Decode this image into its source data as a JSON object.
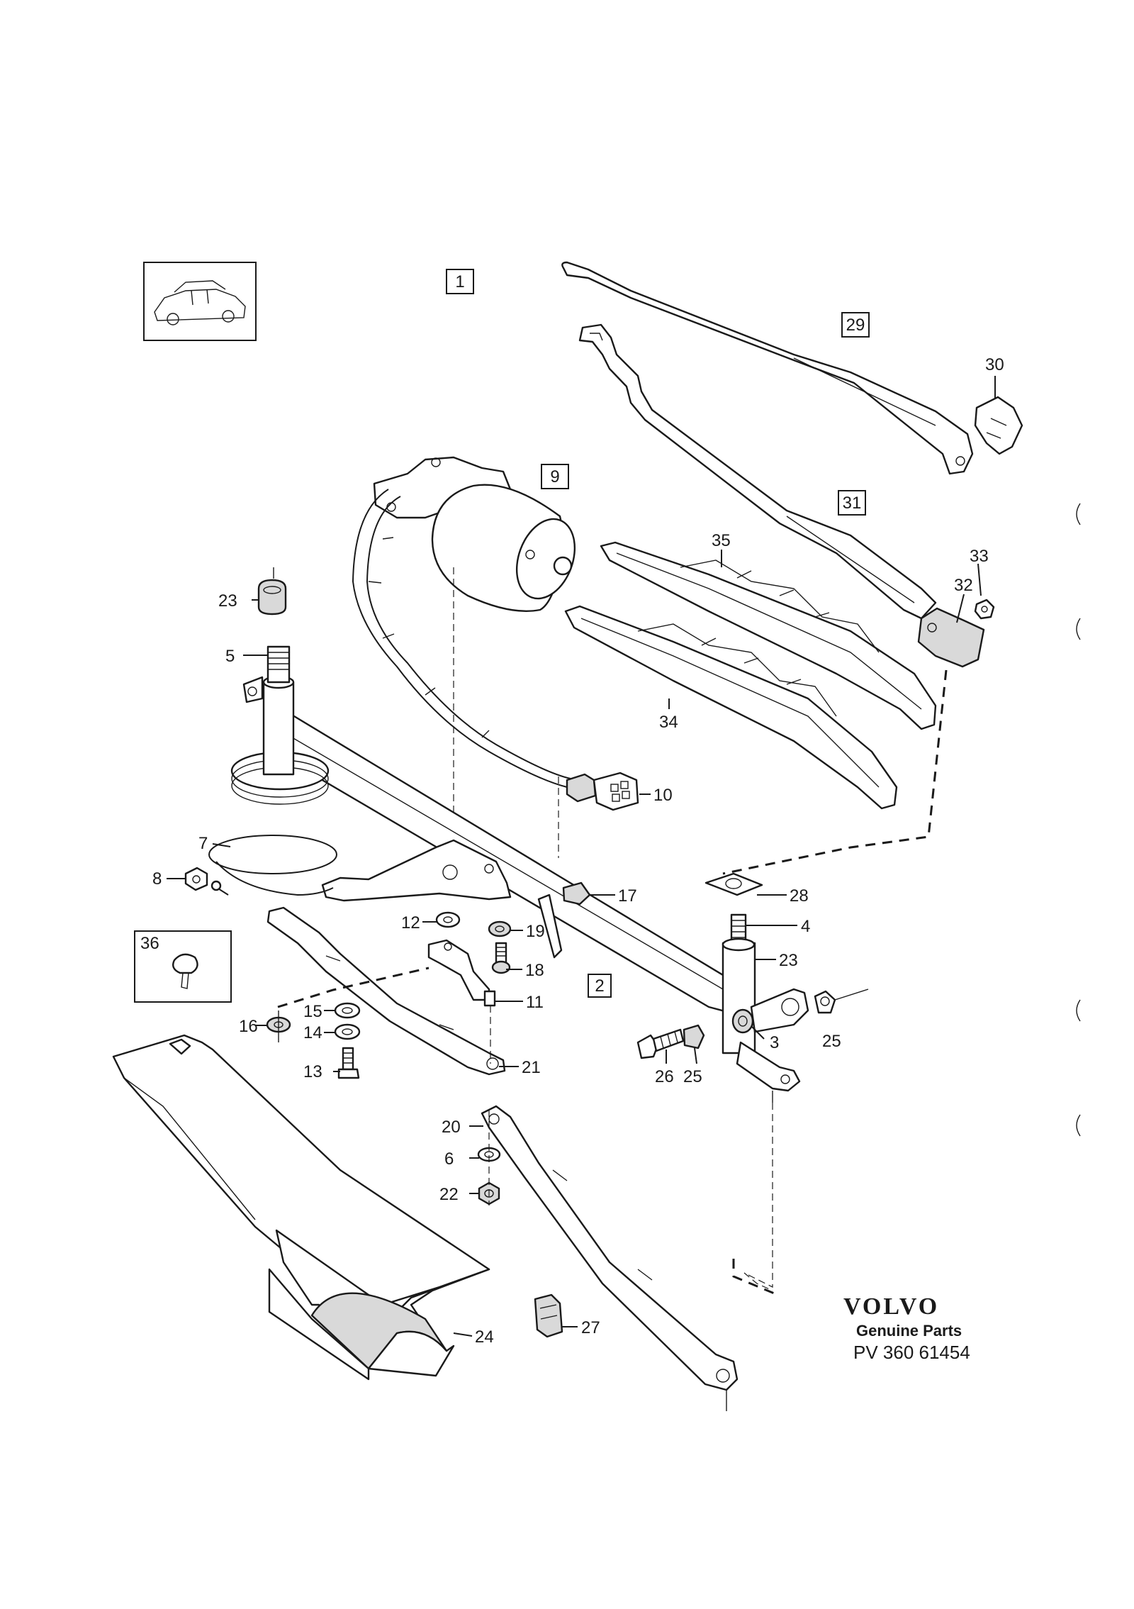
{
  "box_labels": {
    "b1": "1",
    "b9": "9",
    "b29": "29",
    "b31": "31",
    "b2": "2",
    "b36": "36"
  },
  "callouts": {
    "c23a": "23",
    "c5": "5",
    "c7": "7",
    "c8": "8",
    "c30": "30",
    "c35": "35",
    "c33": "33",
    "c32": "32",
    "c34": "34",
    "c10": "10",
    "c17": "17",
    "c28": "28",
    "c12": "12",
    "c19": "19",
    "c18": "18",
    "c4": "4",
    "c23b": "23",
    "c11": "11",
    "c16": "16",
    "c15": "15",
    "c14": "14",
    "c13": "13",
    "c21": "21",
    "c3": "3",
    "c25a": "25",
    "c26": "26",
    "c25b": "25",
    "c20": "20",
    "c6": "6",
    "c22": "22",
    "c24": "24",
    "c27": "27"
  },
  "brand": {
    "name": "VOLVO",
    "subtitle": "Genuine Parts",
    "code": "PV 360 61454"
  },
  "colors": {
    "ink": "#1a1a1a",
    "paper": "#ffffff",
    "shade": "#d9d9d9"
  }
}
